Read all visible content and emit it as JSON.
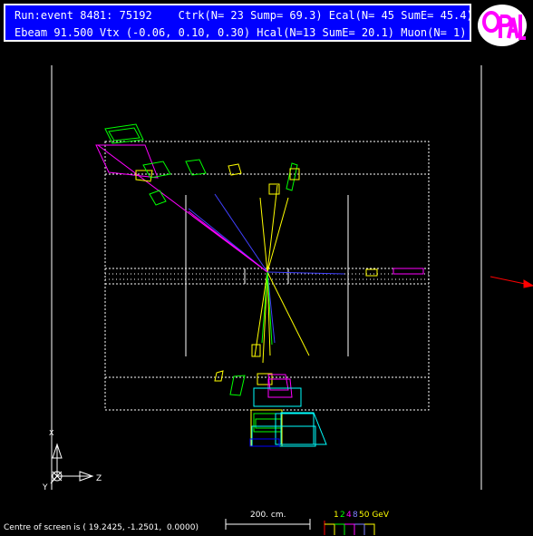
{
  "header": {
    "line1": "Run:event 8481: 75192    Ctrk(N= 23 Sump= 69.3) Ecal(N= 45 SumE= 45.4)",
    "line2": "Ebeam 91.500 Vtx (-0.06, 0.10, 0.30) Hcal(N=13 SumE= 20.1) Muon(N= 1)"
  },
  "logo": {
    "text": "OPAL",
    "color": "#ff00ff",
    "background": "#ffffff"
  },
  "axes": {
    "x_label": "X",
    "y_label": "Y",
    "z_label": "Z"
  },
  "footer": {
    "centre_text": "Centre of screen is ( 19.2425, -1.2501,  0.0000)",
    "scale_label": "200. cm.",
    "energy_scale": {
      "labels": [
        "1",
        "2",
        "4",
        "8",
        "50 GeV"
      ],
      "colors": [
        "#ffff00",
        "#00ff00",
        "#ff00ff",
        "#8080ff",
        "#ffff00"
      ]
    }
  },
  "colors": {
    "header_bg": "#0000ff",
    "track_yellow": "#ffff00",
    "track_blue": "#4040ff",
    "track_magenta": "#ff00ff",
    "ecal_green": "#00ff00",
    "hcal_cyan": "#00ffff",
    "muon_red": "#ff0000"
  }
}
